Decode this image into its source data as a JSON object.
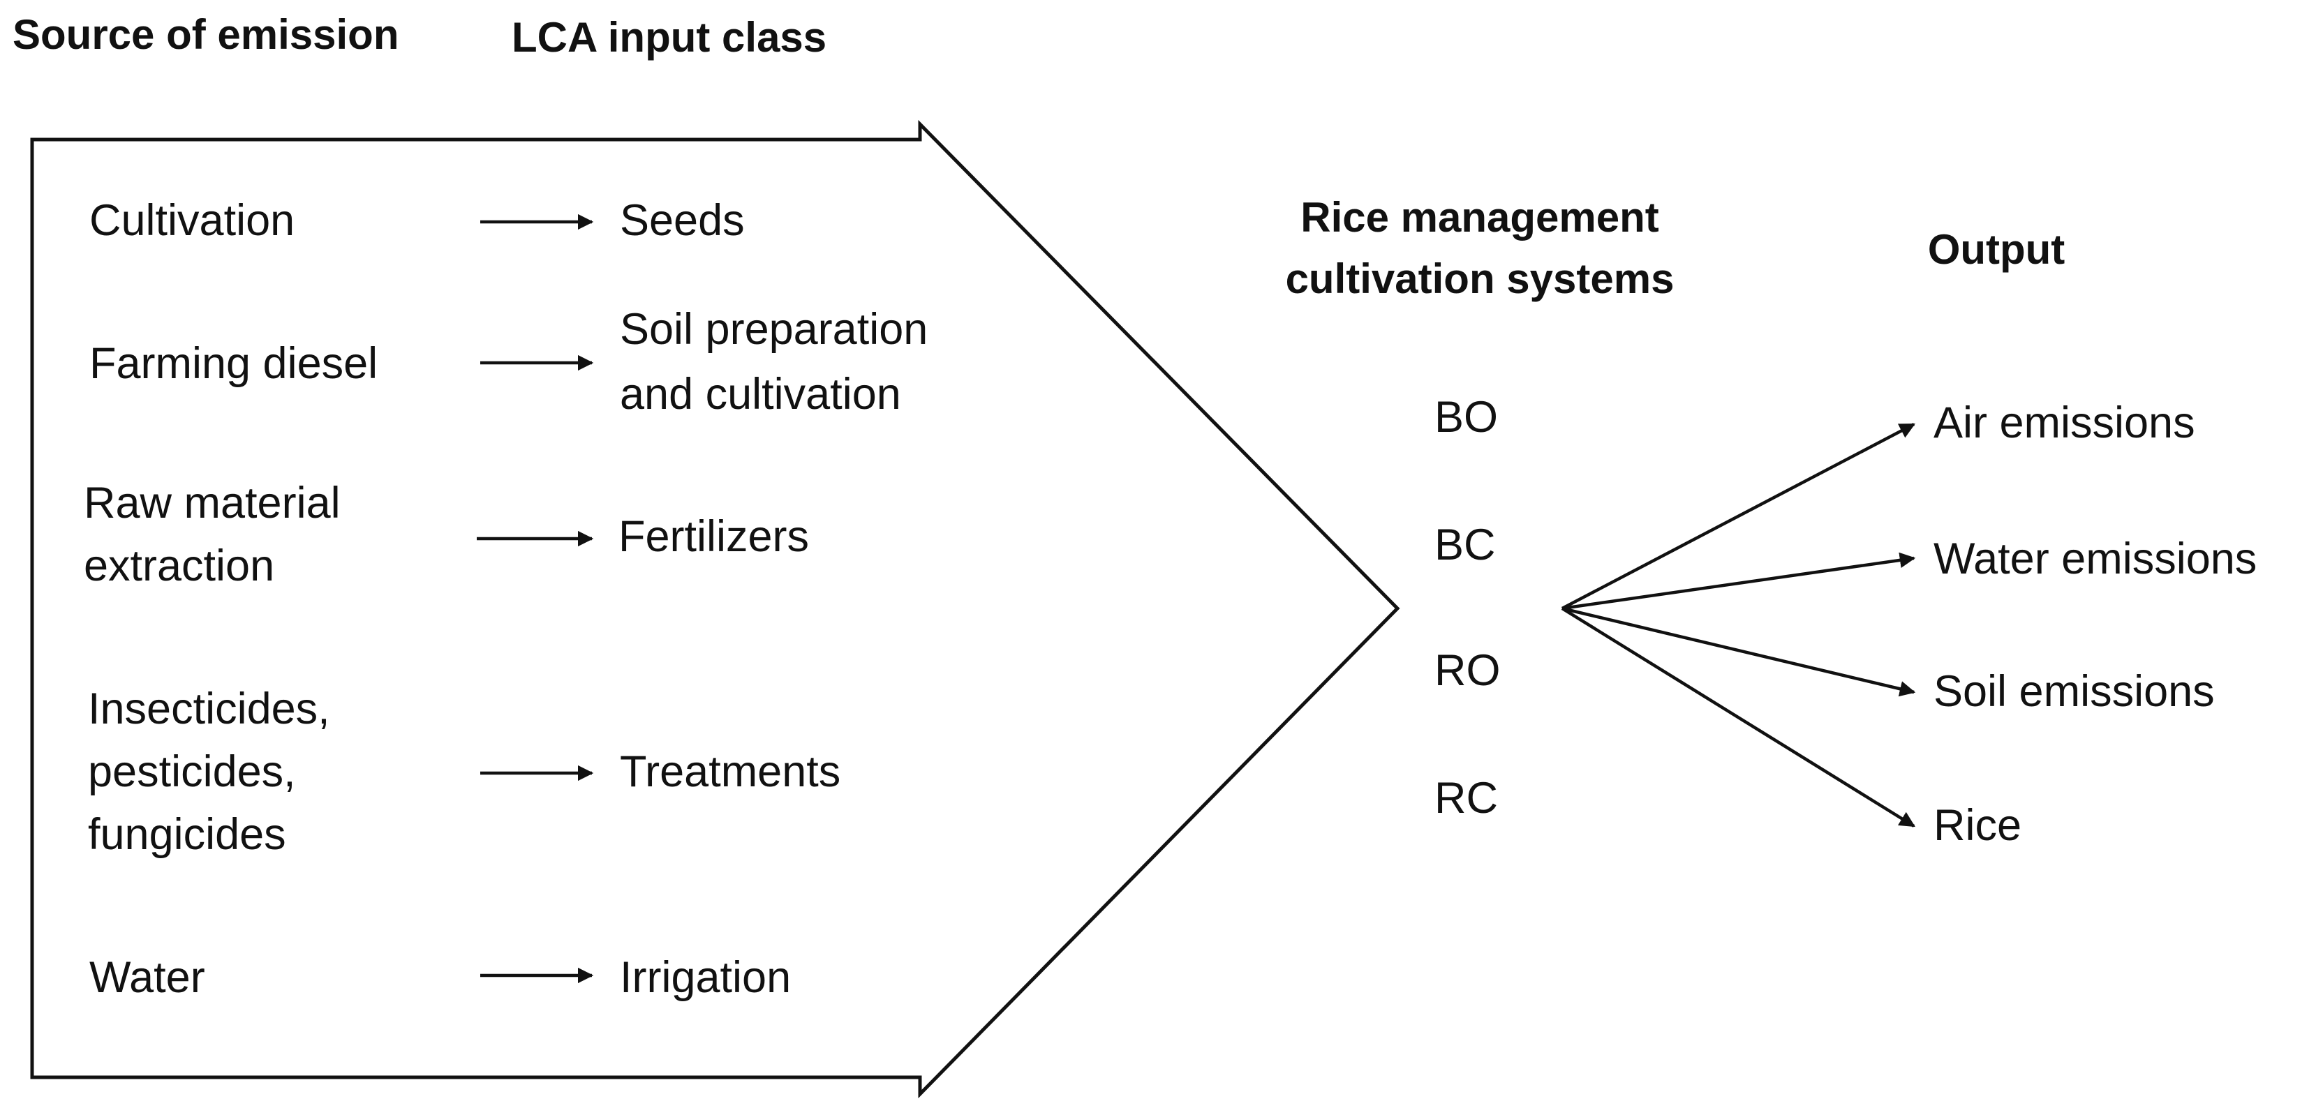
{
  "headers": {
    "source": "Source of emission",
    "lca": "LCA input class",
    "rice_line1": "Rice management",
    "rice_line2": "cultivation systems",
    "output": "Output"
  },
  "sources": {
    "cultivation": "Cultivation",
    "farming_diesel": "Farming diesel",
    "raw_material_l1": "Raw material",
    "raw_material_l2": "extraction",
    "insecticides_l1": "Insecticides,",
    "insecticides_l2": "pesticides,",
    "insecticides_l3": "fungicides",
    "water": "Water"
  },
  "lca_inputs": {
    "seeds": "Seeds",
    "soil_prep_l1": "Soil preparation",
    "soil_prep_l2": "and cultivation",
    "fertilizers": "Fertilizers",
    "treatments": "Treatments",
    "irrigation": "Irrigation"
  },
  "systems": [
    "BO",
    "BC",
    "RO",
    "RC"
  ],
  "outputs": [
    "Air emissions",
    "Water emissions",
    "Soil emissions",
    "Rice"
  ]
}
